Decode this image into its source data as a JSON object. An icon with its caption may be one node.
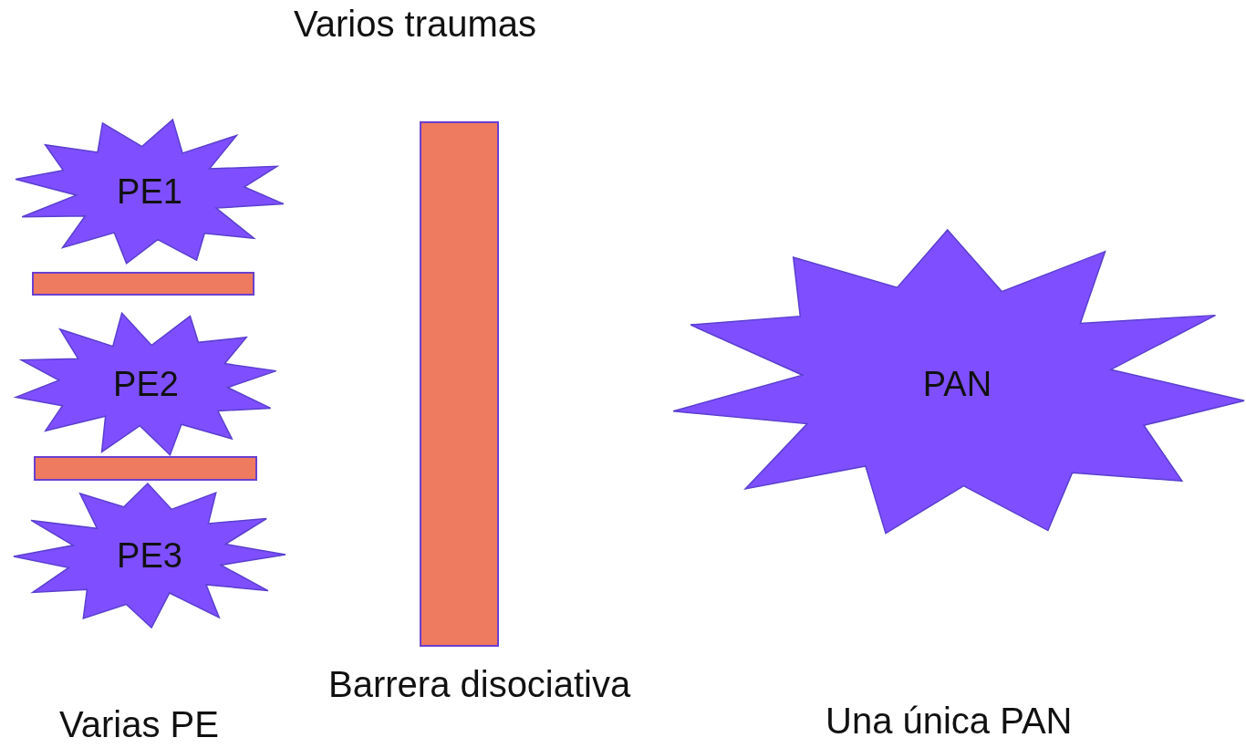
{
  "diagram": {
    "nodes": [
      {
        "text": [
          "PE1"
        ]
      },
      {
        "text": [],
        "shape": "bar"
      },
      {
        "text": [
          "PE2"
        ]
      },
      {
        "text": [],
        "shape": "bar"
      },
      {
        "text": [
          "PE3"
        ]
      },
      {
        "text": [],
        "shape": "bar",
        "beside": [
          "Barrera disociativa"
        ]
      },
      {
        "text": [
          "PAN"
        ]
      }
    ],
    "edges": [],
    "labels": [
      "Varios traumas",
      "Varias PE",
      "Una única PAN"
    ]
  }
}
